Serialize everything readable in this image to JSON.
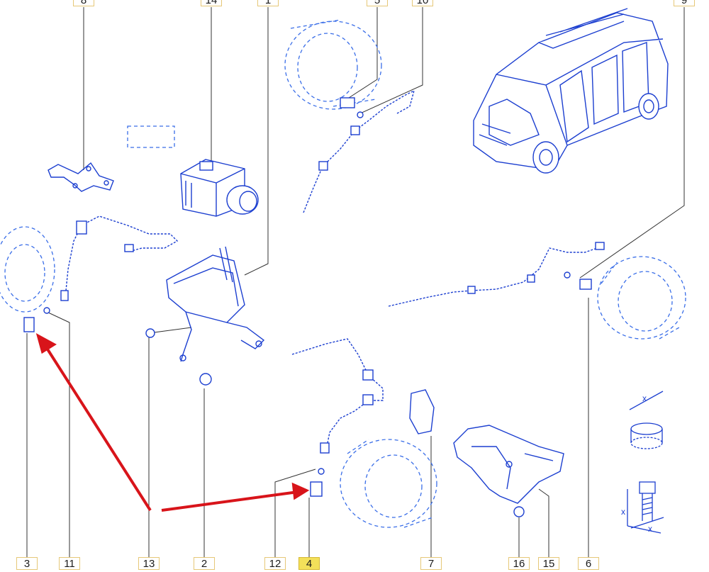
{
  "diagram": {
    "top_callouts": [
      "8",
      "14",
      "1",
      "5",
      "10",
      "9"
    ],
    "bottom_callouts": [
      "3",
      "11",
      "13",
      "2",
      "12",
      "4",
      "7",
      "16",
      "15",
      "6"
    ],
    "highlighted_callout": "4",
    "dimension_marks": [
      "x",
      "x",
      "x"
    ],
    "colors": {
      "line_art": "#1c3fd0",
      "ghost": "#3a6ee8",
      "arrow": "#d8141a",
      "callout_border": "#e6c878",
      "highlight": "#f3e05a"
    }
  }
}
